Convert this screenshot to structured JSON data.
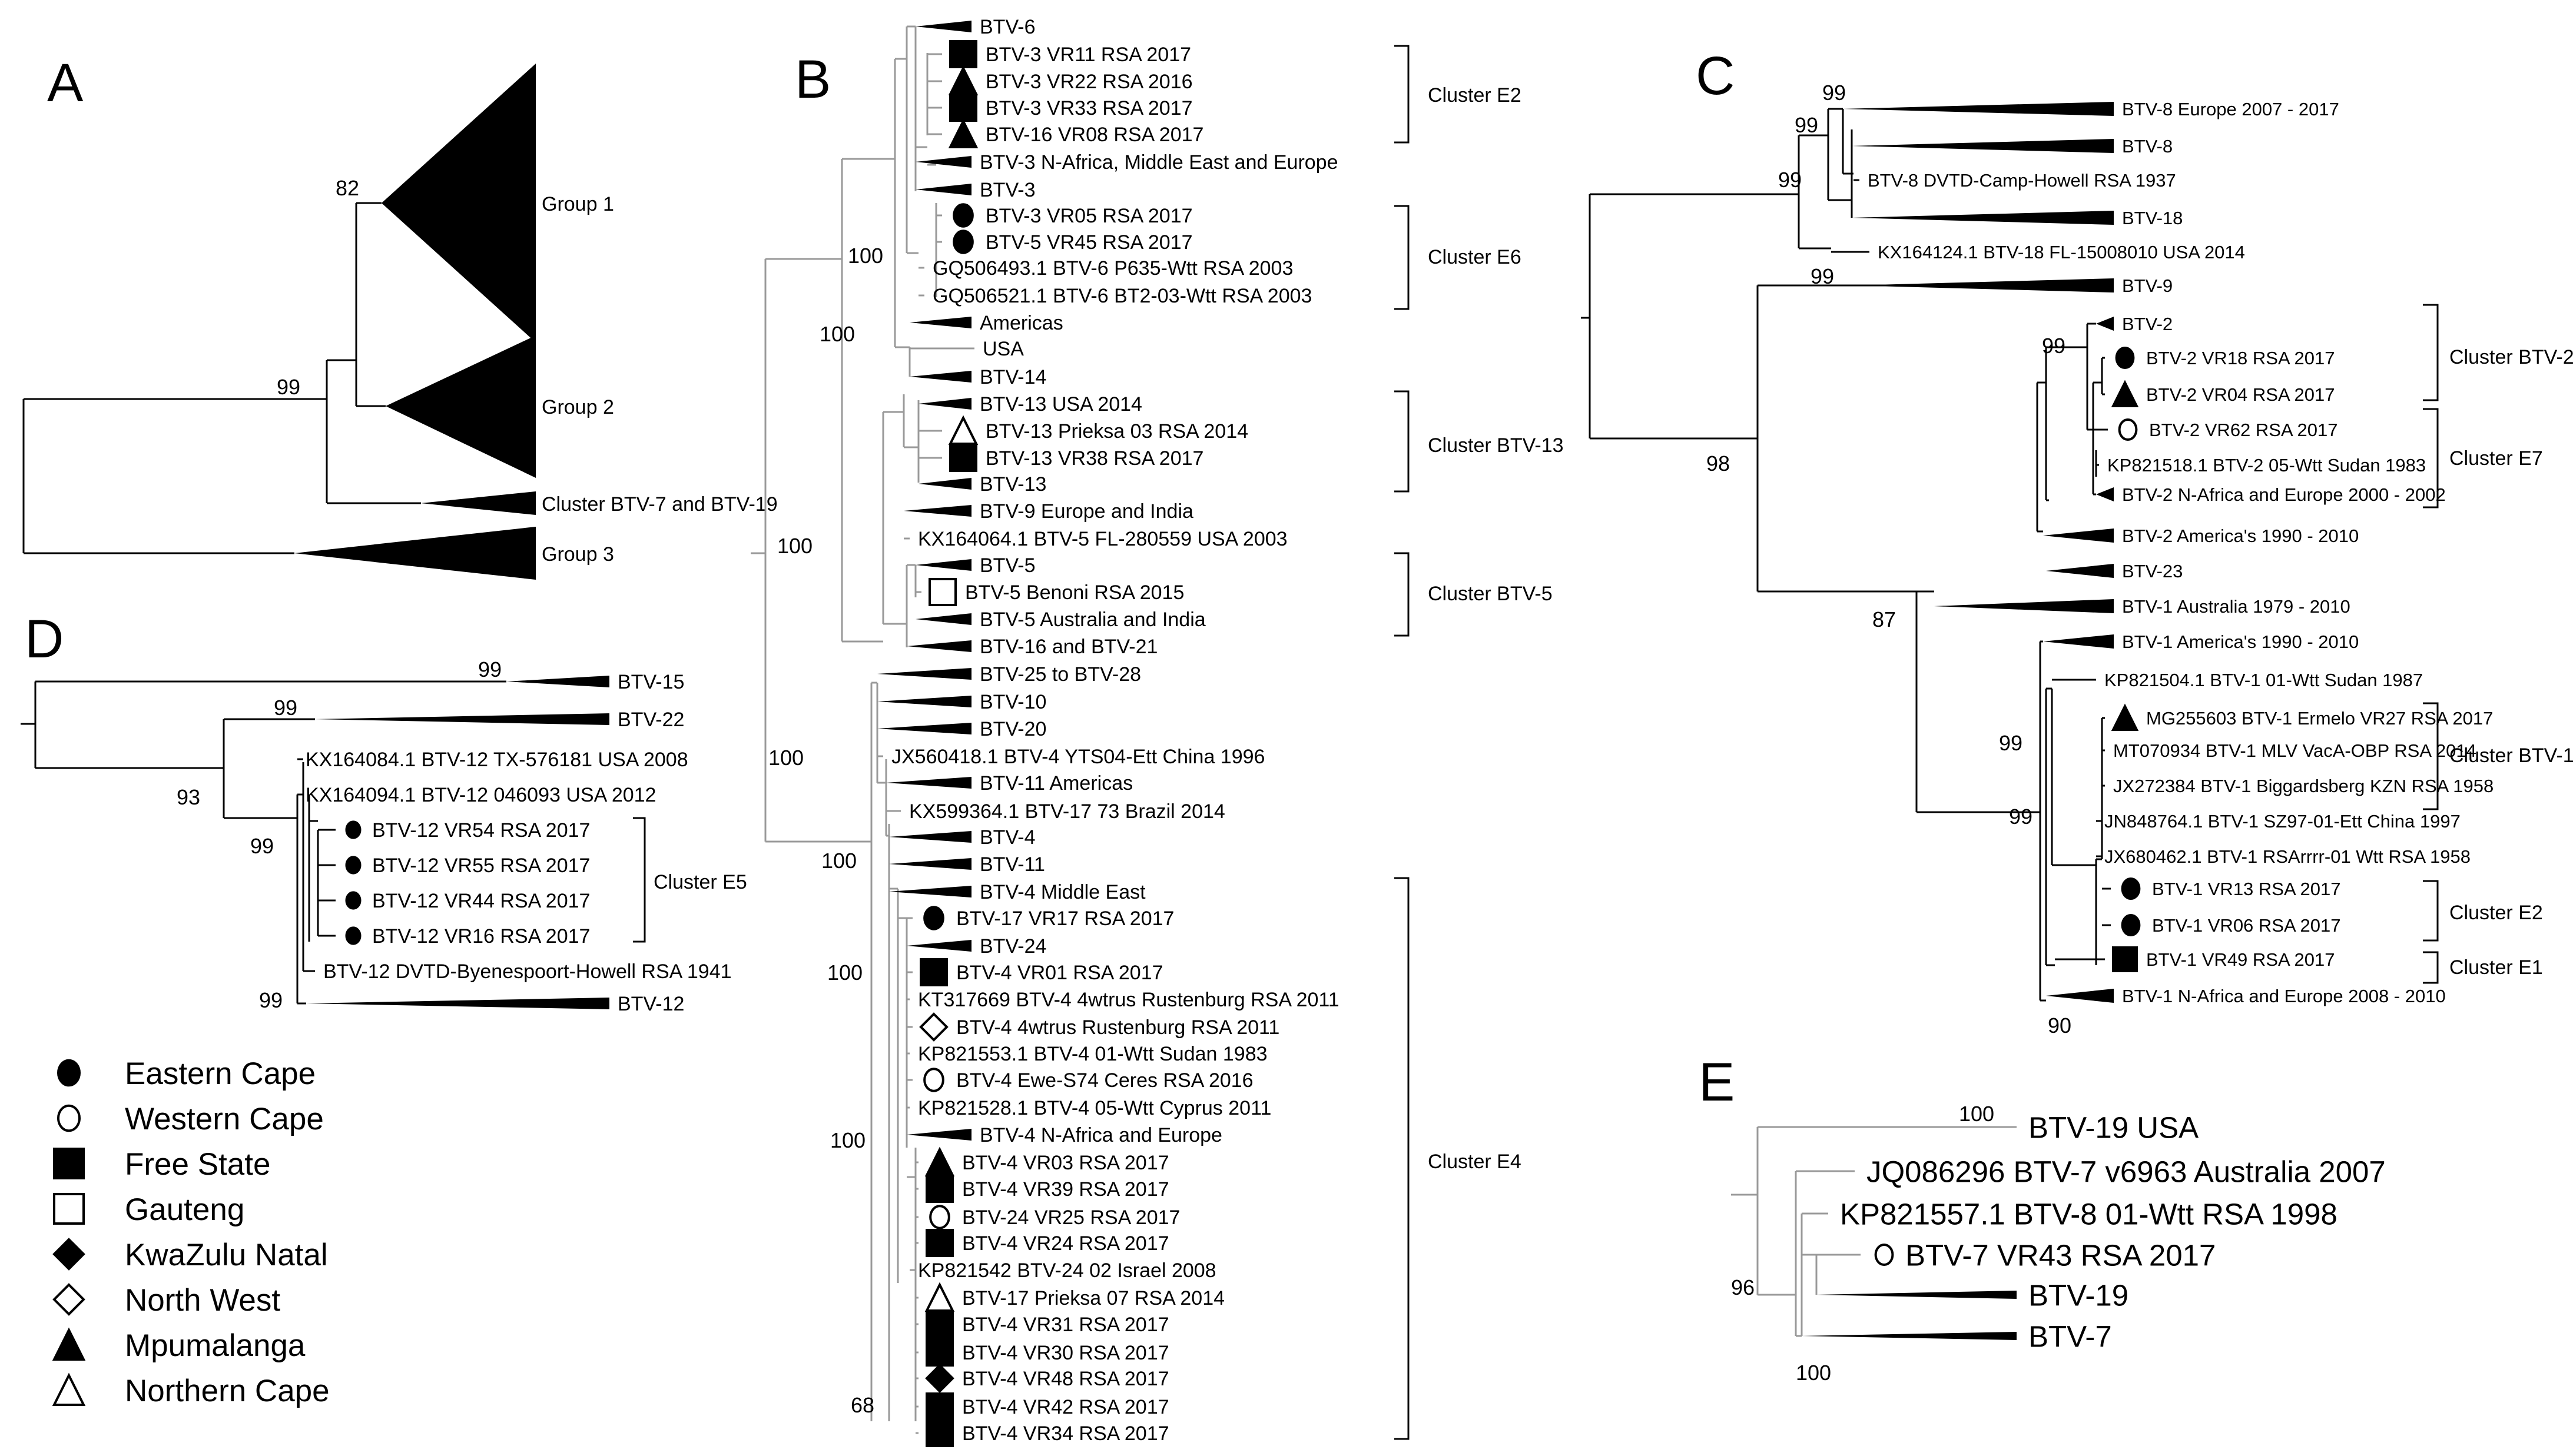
{
  "panels": {
    "A": {
      "letter": "A",
      "groups": [
        {
          "label": "Group 1"
        },
        {
          "label": "Group 2"
        },
        {
          "label": "Cluster BTV-7 and BTV-19"
        },
        {
          "label": "Group 3"
        }
      ],
      "bootstraps": [
        "82",
        "99"
      ]
    },
    "B": {
      "letter": "B",
      "leaves": [
        {
          "label": "BTV-6",
          "marker": "collapsed"
        },
        {
          "label": "BTV-3 VR11 RSA 2017",
          "marker": "square"
        },
        {
          "label": "BTV-3 VR22 RSA 2016",
          "marker": "triangle"
        },
        {
          "label": "BTV-3 VR33 RSA 2017",
          "marker": "square"
        },
        {
          "label": "BTV-16 VR08 RSA 2017",
          "marker": "triangle"
        },
        {
          "label": "BTV-3 N-Africa, Middle East and Europe",
          "marker": "collapsed"
        },
        {
          "label": "BTV-3",
          "marker": "collapsed"
        },
        {
          "label": "BTV-3 VR05 RSA 2017",
          "marker": "circle"
        },
        {
          "label": "BTV-5 VR45 RSA 2017",
          "marker": "circle"
        },
        {
          "label": "GQ506493.1 BTV-6 P635-Wtt RSA 2003",
          "marker": "none"
        },
        {
          "label": "GQ506521.1 BTV-6 BT2-03-Wtt RSA 2003",
          "marker": "none"
        },
        {
          "label": "Americas",
          "marker": "collapsed"
        },
        {
          "label": "USA",
          "marker": "none"
        },
        {
          "label": "BTV-14",
          "marker": "collapsed"
        },
        {
          "label": "BTV-13 USA 2014",
          "marker": "collapsed"
        },
        {
          "label": "BTV-13 Prieksa 03 RSA 2014",
          "marker": "triangle-open"
        },
        {
          "label": "BTV-13 VR38 RSA 2017",
          "marker": "square"
        },
        {
          "label": "BTV-13",
          "marker": "collapsed"
        },
        {
          "label": "BTV-9 Europe and India",
          "marker": "collapsed"
        },
        {
          "label": "KX164064.1 BTV-5 FL-280559 USA 2003",
          "marker": "none"
        },
        {
          "label": "BTV-5",
          "marker": "collapsed"
        },
        {
          "label": "BTV-5 Benoni RSA 2015",
          "marker": "square-open"
        },
        {
          "label": "BTV-5 Australia and India",
          "marker": "collapsed"
        },
        {
          "label": "BTV-16 and BTV-21",
          "marker": "collapsed"
        },
        {
          "label": "BTV-25 to BTV-28",
          "marker": "collapsed"
        },
        {
          "label": "BTV-10",
          "marker": "collapsed"
        },
        {
          "label": "BTV-20",
          "marker": "collapsed"
        },
        {
          "label": "JX560418.1 BTV-4 YTS04-Ett China 1996",
          "marker": "none"
        },
        {
          "label": "BTV-11 Americas",
          "marker": "collapsed"
        },
        {
          "label": "KX599364.1 BTV-17 73 Brazil 2014",
          "marker": "none"
        },
        {
          "label": "BTV-4",
          "marker": "collapsed"
        },
        {
          "label": "BTV-11",
          "marker": "collapsed"
        },
        {
          "label": "BTV-4 Middle East",
          "marker": "collapsed"
        },
        {
          "label": "BTV-17 VR17 RSA 2017",
          "marker": "circle"
        },
        {
          "label": "BTV-24",
          "marker": "collapsed"
        },
        {
          "label": "BTV-4 VR01 RSA 2017",
          "marker": "square"
        },
        {
          "label": "KT317669 BTV-4 4wtrus Rustenburg RSA 2011",
          "marker": "none"
        },
        {
          "label": "BTV-4 4wtrus Rustenburg RSA 2011",
          "marker": "diamond-open"
        },
        {
          "label": "KP821553.1 BTV-4 01-Wtt Sudan 1983",
          "marker": "none"
        },
        {
          "label": "BTV-4 Ewe-S74 Ceres RSA 2016",
          "marker": "circle-open"
        },
        {
          "label": "KP821528.1 BTV-4 05-Wtt Cyprus 2011",
          "marker": "none"
        },
        {
          "label": "BTV-4 N-Africa and Europe",
          "marker": "collapsed"
        },
        {
          "label": "BTV-4 VR03 RSA 2017",
          "marker": "triangle"
        },
        {
          "label": "BTV-4 VR39 RSA 2017",
          "marker": "square"
        },
        {
          "label": "BTV-24 VR25 RSA 2017",
          "marker": "circle-open"
        },
        {
          "label": "BTV-4 VR24 RSA 2017",
          "marker": "square"
        },
        {
          "label": "KP821542 BTV-24 02 Israel 2008",
          "marker": "none"
        },
        {
          "label": "BTV-17 Prieksa 07 RSA 2014",
          "marker": "triangle-open"
        },
        {
          "label": "BTV-4 VR31 RSA 2017",
          "marker": "square"
        },
        {
          "label": "BTV-4 VR30 RSA 2017",
          "marker": "square"
        },
        {
          "label": "BTV-4 VR48 RSA 2017",
          "marker": "diamond"
        },
        {
          "label": "BTV-4 VR42 RSA 2017",
          "marker": "square"
        },
        {
          "label": "BTV-4 VR34 RSA 2017",
          "marker": "square"
        }
      ],
      "clusters": [
        {
          "label": "Cluster E2"
        },
        {
          "label": "Cluster E6"
        },
        {
          "label": "Cluster BTV-13"
        },
        {
          "label": "Cluster BTV-5"
        },
        {
          "label": "Cluster E4"
        }
      ],
      "bootstraps": [
        "100",
        "100",
        "100",
        "100",
        "100",
        "100",
        "100",
        "68"
      ]
    },
    "C": {
      "letter": "C",
      "leaves": [
        {
          "label": "BTV-8 Europe 2007 - 2017",
          "marker": "collapsed"
        },
        {
          "label": "BTV-8",
          "marker": "collapsed"
        },
        {
          "label": "BTV-8 DVTD-Camp-Howell RSA 1937",
          "marker": "none"
        },
        {
          "label": "BTV-18",
          "marker": "collapsed"
        },
        {
          "label": "KX164124.1 BTV-18 FL-15008010 USA 2014",
          "marker": "none"
        },
        {
          "label": "BTV-9",
          "marker": "collapsed"
        },
        {
          "label": "BTV-2",
          "marker": "collapsed"
        },
        {
          "label": "BTV-2 VR18 RSA 2017",
          "marker": "circle"
        },
        {
          "label": "BTV-2 VR04 RSA 2017",
          "marker": "triangle"
        },
        {
          "label": "BTV-2 VR62 RSA 2017",
          "marker": "circle-open"
        },
        {
          "label": "KP821518.1 BTV-2 05-Wtt Sudan 1983",
          "marker": "none"
        },
        {
          "label": "BTV-2 N-Africa and Europe 2000 - 2002",
          "marker": "collapsed"
        },
        {
          "label": "BTV-2 America's 1990 - 2010",
          "marker": "collapsed"
        },
        {
          "label": "BTV-23",
          "marker": "collapsed"
        },
        {
          "label": "BTV-1 Australia 1979 - 2010",
          "marker": "collapsed"
        },
        {
          "label": "BTV-1 America's 1990 - 2010",
          "marker": "collapsed"
        },
        {
          "label": "KP821504.1 BTV-1 01-Wtt Sudan 1987",
          "marker": "none"
        },
        {
          "label": "MG255603 BTV-1 Ermelo VR27 RSA 2017",
          "marker": "triangle"
        },
        {
          "label": "MT070934 BTV-1 MLV VacA-OBP RSA 2014",
          "marker": "none"
        },
        {
          "label": "JX272384 BTV-1 Biggardsberg KZN RSA 1958",
          "marker": "none"
        },
        {
          "label": "JN848764.1 BTV-1 SZ97-01-Ett China 1997",
          "marker": "none"
        },
        {
          "label": "JX680462.1 BTV-1 RSArrrr-01 Wtt RSA 1958",
          "marker": "none"
        },
        {
          "label": "BTV-1 VR13 RSA 2017",
          "marker": "circle"
        },
        {
          "label": "BTV-1 VR06 RSA 2017",
          "marker": "circle"
        },
        {
          "label": "BTV-1 VR49 RSA 2017",
          "marker": "square"
        },
        {
          "label": "BTV-1 N-Africa and Europe 2008 - 2010",
          "marker": "collapsed"
        }
      ],
      "clusters": [
        {
          "label": "Cluster BTV-2"
        },
        {
          "label": "Cluster E7"
        },
        {
          "label": "Cluster BTV-1"
        },
        {
          "label": "Cluster E2"
        },
        {
          "label": "Cluster E1"
        }
      ],
      "bootstraps": [
        "99",
        "99",
        "99",
        "99",
        "98",
        "87",
        "99",
        "99",
        "99",
        "90"
      ]
    },
    "D": {
      "letter": "D",
      "leaves": [
        {
          "label": "BTV-15",
          "marker": "collapsed"
        },
        {
          "label": "BTV-22",
          "marker": "collapsed"
        },
        {
          "label": "KX164084.1 BTV-12 TX-576181 USA 2008",
          "marker": "none"
        },
        {
          "label": "KX164094.1 BTV-12 046093 USA 2012",
          "marker": "none"
        },
        {
          "label": "BTV-12 VR54 RSA 2017",
          "marker": "circle"
        },
        {
          "label": "BTV-12 VR55 RSA 2017",
          "marker": "circle"
        },
        {
          "label": "BTV-12 VR44 RSA 2017",
          "marker": "circle"
        },
        {
          "label": "BTV-12 VR16 RSA 2017",
          "marker": "circle"
        },
        {
          "label": "BTV-12 DVTD-Byenespoort-Howell RSA 1941",
          "marker": "none"
        },
        {
          "label": "BTV-12",
          "marker": "collapsed"
        }
      ],
      "clusters": [
        {
          "label": "Cluster E5"
        }
      ],
      "bootstraps": [
        "99",
        "99",
        "93",
        "99",
        "99"
      ]
    },
    "E": {
      "letter": "E",
      "leaves": [
        {
          "label": "BTV-19 USA",
          "marker": "none"
        },
        {
          "label": "JQ086296 BTV-7 v6963 Australia 2007",
          "marker": "none"
        },
        {
          "label": "KP821557.1 BTV-8 01-Wtt RSA 1998",
          "marker": "none"
        },
        {
          "label": "BTV-7 VR43 RSA 2017",
          "marker": "circle-open"
        },
        {
          "label": "BTV-19",
          "marker": "collapsed"
        },
        {
          "label": "BTV-7",
          "marker": "collapsed"
        }
      ],
      "bootstraps": [
        "100",
        "96",
        "100"
      ]
    }
  },
  "legend": [
    {
      "label": "Eastern Cape",
      "marker": "circle"
    },
    {
      "label": "Western Cape",
      "marker": "circle-open"
    },
    {
      "label": "Free State",
      "marker": "square"
    },
    {
      "label": "Gauteng",
      "marker": "square-open"
    },
    {
      "label": "KwaZulu Natal",
      "marker": "diamond"
    },
    {
      "label": "North West",
      "marker": "diamond-open"
    },
    {
      "label": "Mpumalanga",
      "marker": "triangle"
    },
    {
      "label": "Northern Cape",
      "marker": "triangle-open"
    }
  ]
}
